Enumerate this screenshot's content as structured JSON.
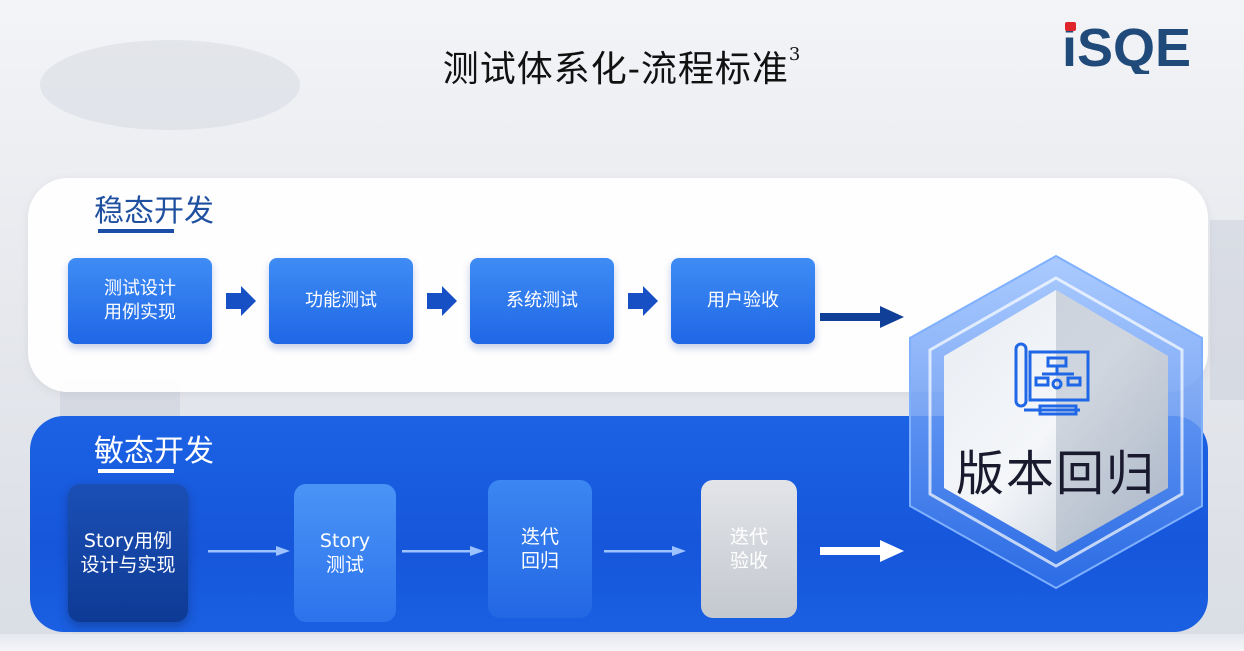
{
  "title": "测试体系化-流程标准",
  "title_superscript": "3",
  "logo": {
    "text": "iSQE",
    "brand_color": "#1f4a7a",
    "dot_color": "#e0252a"
  },
  "stable": {
    "title": "稳态开发",
    "steps": [
      "测试设计\n用例实现",
      "功能测试",
      "系统测试",
      "用户验收"
    ]
  },
  "agile": {
    "title": "敏态开发",
    "steps": [
      "Story用例\n设计与实现",
      "Story\n测试",
      "迭代\n回归",
      "迭代\n验收"
    ]
  },
  "regression": {
    "label": "版本回归",
    "icon": "flowchart-document-icon"
  },
  "colors": {
    "primary_blue": "#1f67e6",
    "dark_blue": "#0f3f96",
    "agile_panel": "#1656db",
    "gray_step": "#c9cdd3"
  }
}
